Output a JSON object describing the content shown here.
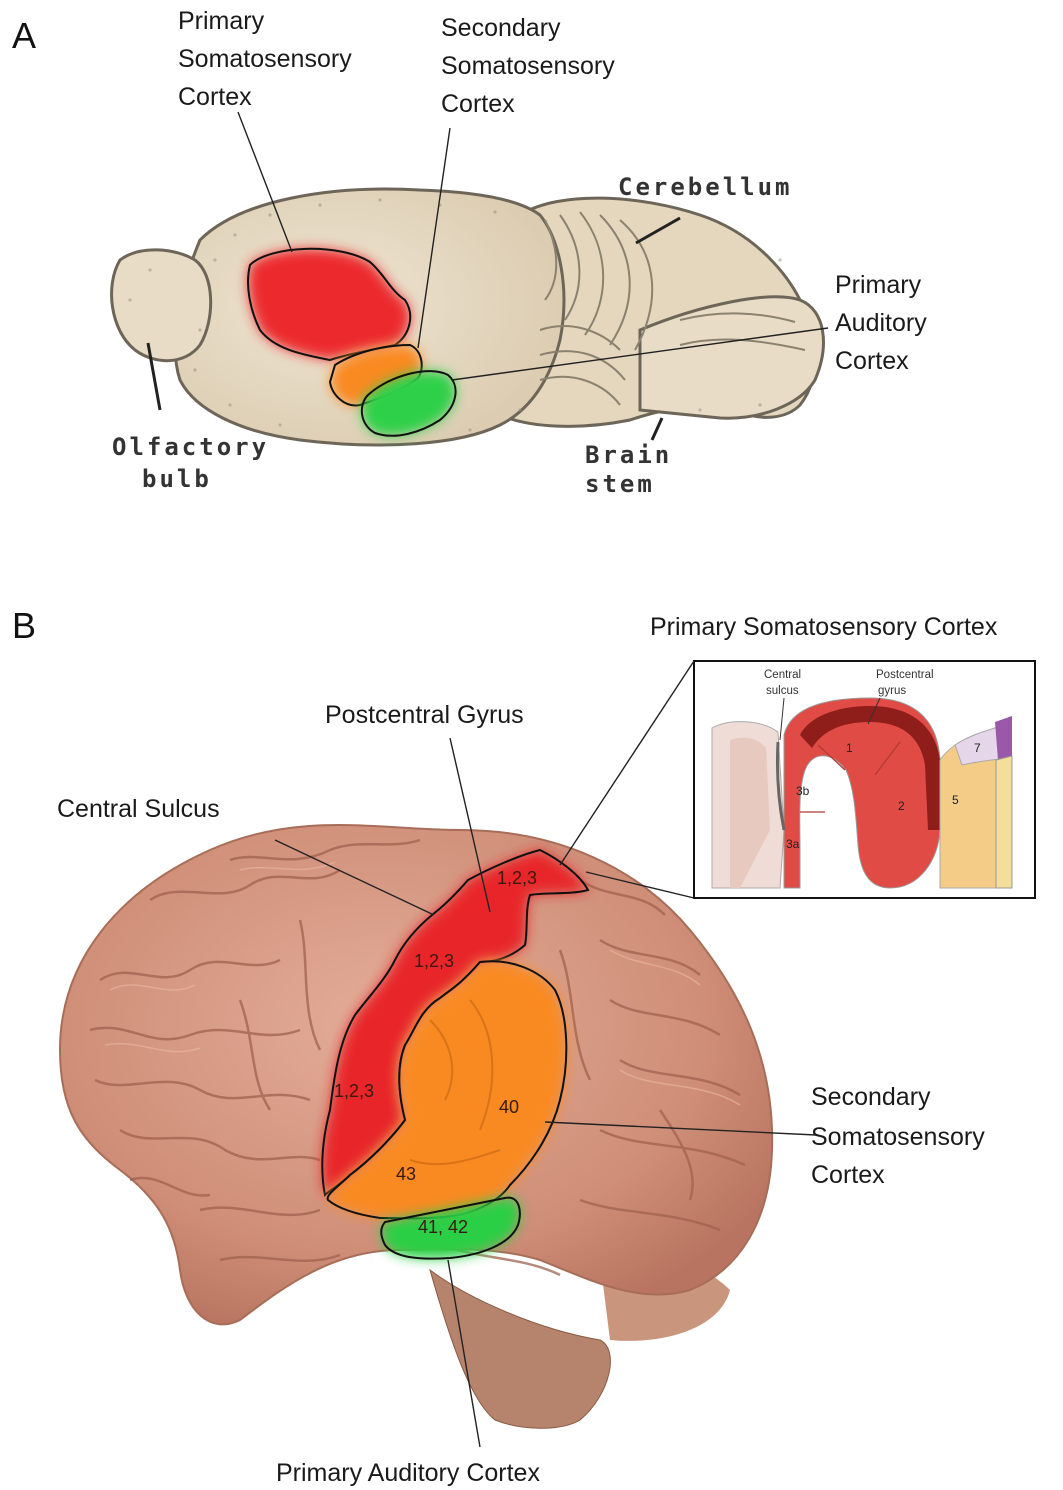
{
  "panel_a": {
    "letter": "A",
    "labels": {
      "primary_somatosensory": [
        "Primary",
        "Somatosensory",
        "Cortex"
      ],
      "secondary_somatosensory": [
        "Secondary",
        "Somatosensory",
        "Cortex"
      ],
      "cerebellum": "Cerebellum",
      "primary_auditory": [
        "Primary",
        "Auditory",
        "Cortex"
      ],
      "olfactory_bulb": [
        "Olfactory",
        "bulb"
      ],
      "brain_stem": [
        "Brain",
        "stem"
      ]
    }
  },
  "panel_b": {
    "letter": "B",
    "labels": {
      "primary_somatosensory": "Primary Somatosensory Cortex",
      "postcentral_gyrus": "Postcentral Gyrus",
      "central_sulcus": "Central Sulcus",
      "secondary_somatosensory": [
        "Secondary",
        "Somatosensory",
        "Cortex"
      ],
      "primary_auditory": "Primary Auditory Cortex"
    },
    "brodmann_areas": {
      "s1_top": "1,2,3",
      "s1_mid": "1,2,3",
      "s1_low": "1,2,3",
      "s2_upper": "40",
      "s2_lower": "43",
      "a1": "41, 42"
    },
    "inset": {
      "central_sulcus": [
        "Central",
        "sulcus"
      ],
      "postcentral_gyrus": [
        "Postcentral",
        "gyrus"
      ],
      "areas": [
        "3b",
        "1",
        "2",
        "3a",
        "5",
        "7"
      ]
    }
  },
  "colors": {
    "primary_somatosensory": "#e8262a",
    "secondary_somatosensory": "#f98a22",
    "primary_auditory": "#2ccf45",
    "rat_brain": "#e8dcc6",
    "human_brain": "#d6967e"
  }
}
